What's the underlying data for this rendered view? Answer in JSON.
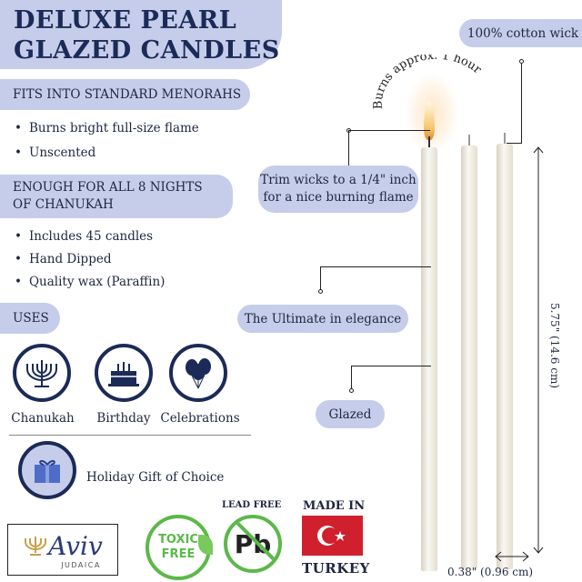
{
  "title": {
    "line1": "DELUXE PEARL",
    "line2": "GLAZED CANDLES"
  },
  "section1": {
    "heading": "FITS INTO STANDARD MENORAHS",
    "bullets": [
      "Burns bright full-size flame",
      "Unscented"
    ]
  },
  "section2": {
    "heading_line1": "ENOUGH FOR ALL 8 NIGHTS",
    "heading_line2": "OF CHANUKAH",
    "bullets": [
      "Includes 45 candles",
      "Hand Dipped",
      "Quality wax (Paraffin)"
    ]
  },
  "uses": {
    "heading": "USES",
    "items": [
      {
        "label": "Chanukah",
        "icon": "menorah-icon"
      },
      {
        "label": "Birthday",
        "icon": "cake-icon"
      },
      {
        "label": "Celebrations",
        "icon": "balloons-icon"
      }
    ],
    "gift": "Holiday Gift of Choice"
  },
  "logos": {
    "brand": "Aviv",
    "brand_sub": "JUDAICA",
    "toxic1": "TOXIC",
    "toxic2": "FREE",
    "lead_free": "LEAD FREE",
    "pb": "Pb",
    "made_in": "MADE IN",
    "country": "TURKEY"
  },
  "callouts": {
    "wick": "100% cotton wick",
    "burn": "Burns approx. 1 hour",
    "trim1": "Trim wicks to a 1/4\" inch",
    "trim2": "for a nice burning flame",
    "elegance": "The Ultimate in elegance",
    "glazed": "Glazed"
  },
  "dimensions": {
    "height": "5.75\" (14.6 cm)",
    "width": "0.38\" (0.96 cm)"
  },
  "colors": {
    "accent": "#c5cdea",
    "navy": "#1b2a57",
    "green": "#5cb84a",
    "flag": "#d0202e"
  }
}
